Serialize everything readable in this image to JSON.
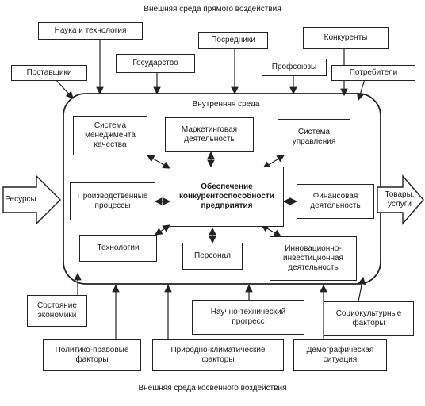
{
  "title_top": "Внешняя среда прямого воздействия",
  "title_bottom": "Внешняя среда косвенного воздействия",
  "inner_title": "Внутренняя среда",
  "direct": {
    "nauka": "Наука и технология",
    "postavshchiki": "Поставщики",
    "gosudarstvo": "Государство",
    "posredniki": "Посредники",
    "profsoyuzy": "Профсоюзы",
    "konkurenty": "Конкуренты",
    "potrebiteli": "Потребители"
  },
  "internal": {
    "sistema_menedzhmenta": "Система\nменеджмента\nкачества",
    "marketing": "Маркетинговая\nдеятельность",
    "sistema_upravleniya": "Система\nуправления",
    "center": "Обеспечение\nконкурентоспособности\nпредприятия",
    "proizvodstvo": "Производственные\nпроцессы",
    "finansy": "Финансовая\nдеятельность",
    "tekhnologii": "Технологии",
    "personal": "Персонал",
    "innovatsii": "Инновационно-\nинвестиционная\nдеятельность"
  },
  "io": {
    "resursy": "Ресурсы",
    "tovary": "Товары,\nуслуги"
  },
  "indirect": {
    "sostoyanie": "Состояние\nэкономики",
    "ntp": "Научно-технический\nпрогресс",
    "sotsiokult": "Социокультурные\nфакторы",
    "politiko": "Политико-правовые\nфакторы",
    "prirodno": "Природно-климатические\nфакторы",
    "demograf": "Демографическая\nситуация"
  }
}
